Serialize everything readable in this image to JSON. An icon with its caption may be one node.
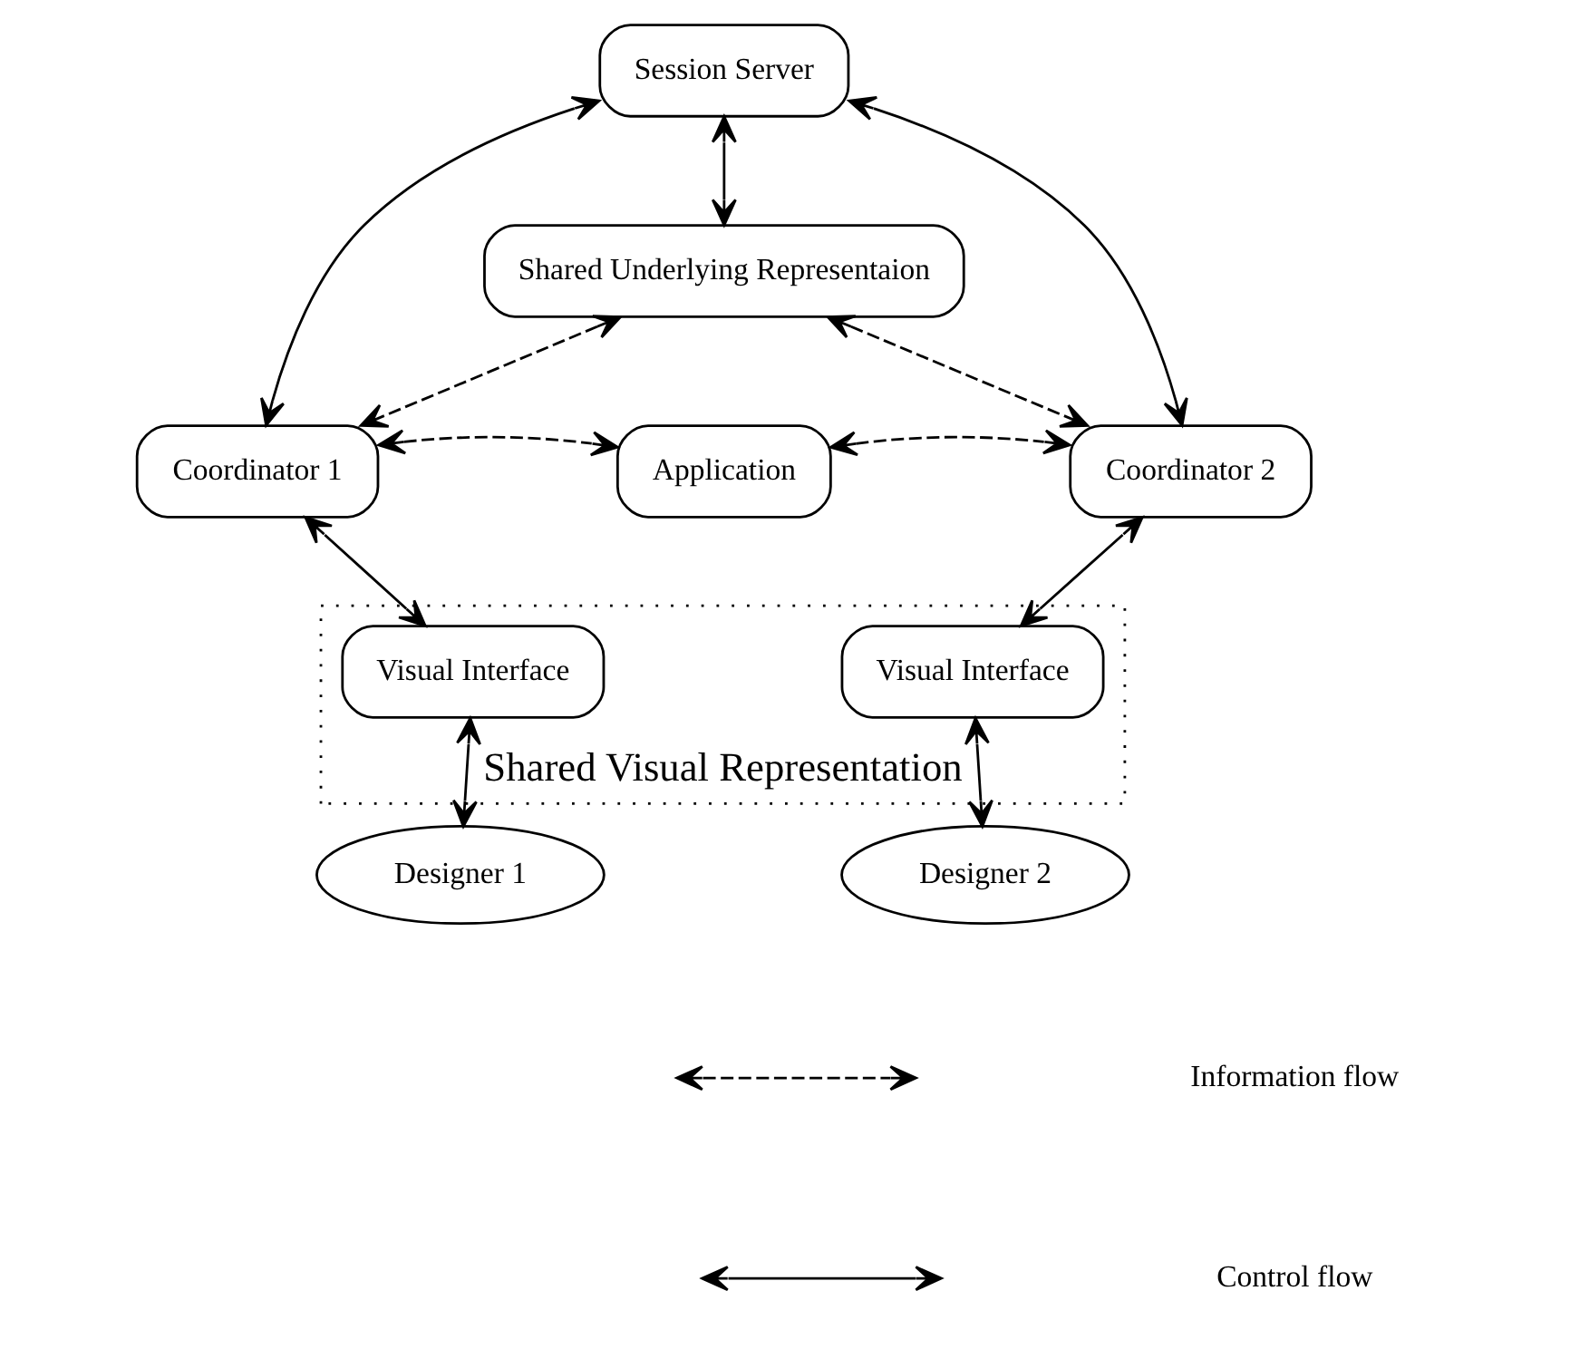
{
  "diagram": {
    "nodes": [
      {
        "text": [
          "Session Server"
        ]
      },
      {
        "text": [
          "Shared Underlying Representaion"
        ]
      },
      {
        "text": [
          "Coordinator 1"
        ]
      },
      {
        "text": [
          "Application"
        ]
      },
      {
        "text": [
          "Coordinator 2"
        ]
      },
      {
        "text": [
          "Shared Visual Representation"
        ]
      },
      {
        "text": [
          "Visual Interface"
        ],
        "in": 5
      },
      {
        "text": [
          "Visual Interface"
        ],
        "in": 5
      },
      {
        "text": [
          "Designer 1"
        ]
      },
      {
        "text": [
          "Designer 2"
        ]
      }
    ],
    "edges": [
      {
        "from": 0,
        "to": 2,
        "arrow": "both"
      },
      {
        "from": 0,
        "to": 4,
        "arrow": "both"
      },
      {
        "from": 0,
        "to": 1,
        "arrow": "both"
      },
      {
        "from": 1,
        "to": 2,
        "arrow": "both",
        "style": "dashed"
      },
      {
        "from": 1,
        "to": 4,
        "arrow": "both",
        "style": "dashed"
      },
      {
        "from": 2,
        "to": 3,
        "arrow": "both",
        "style": "dashed"
      },
      {
        "from": 3,
        "to": 4,
        "arrow": "both",
        "style": "dashed"
      },
      {
        "from": 2,
        "to": 6,
        "arrow": "both"
      },
      {
        "from": 4,
        "to": 7,
        "arrow": "both"
      },
      {
        "from": 6,
        "to": 8,
        "arrow": "both"
      },
      {
        "from": 7,
        "to": 9,
        "arrow": "both"
      }
    ],
    "legend": [
      {
        "text": "Information flow"
      },
      {
        "text": "Control flow"
      }
    ]
  }
}
